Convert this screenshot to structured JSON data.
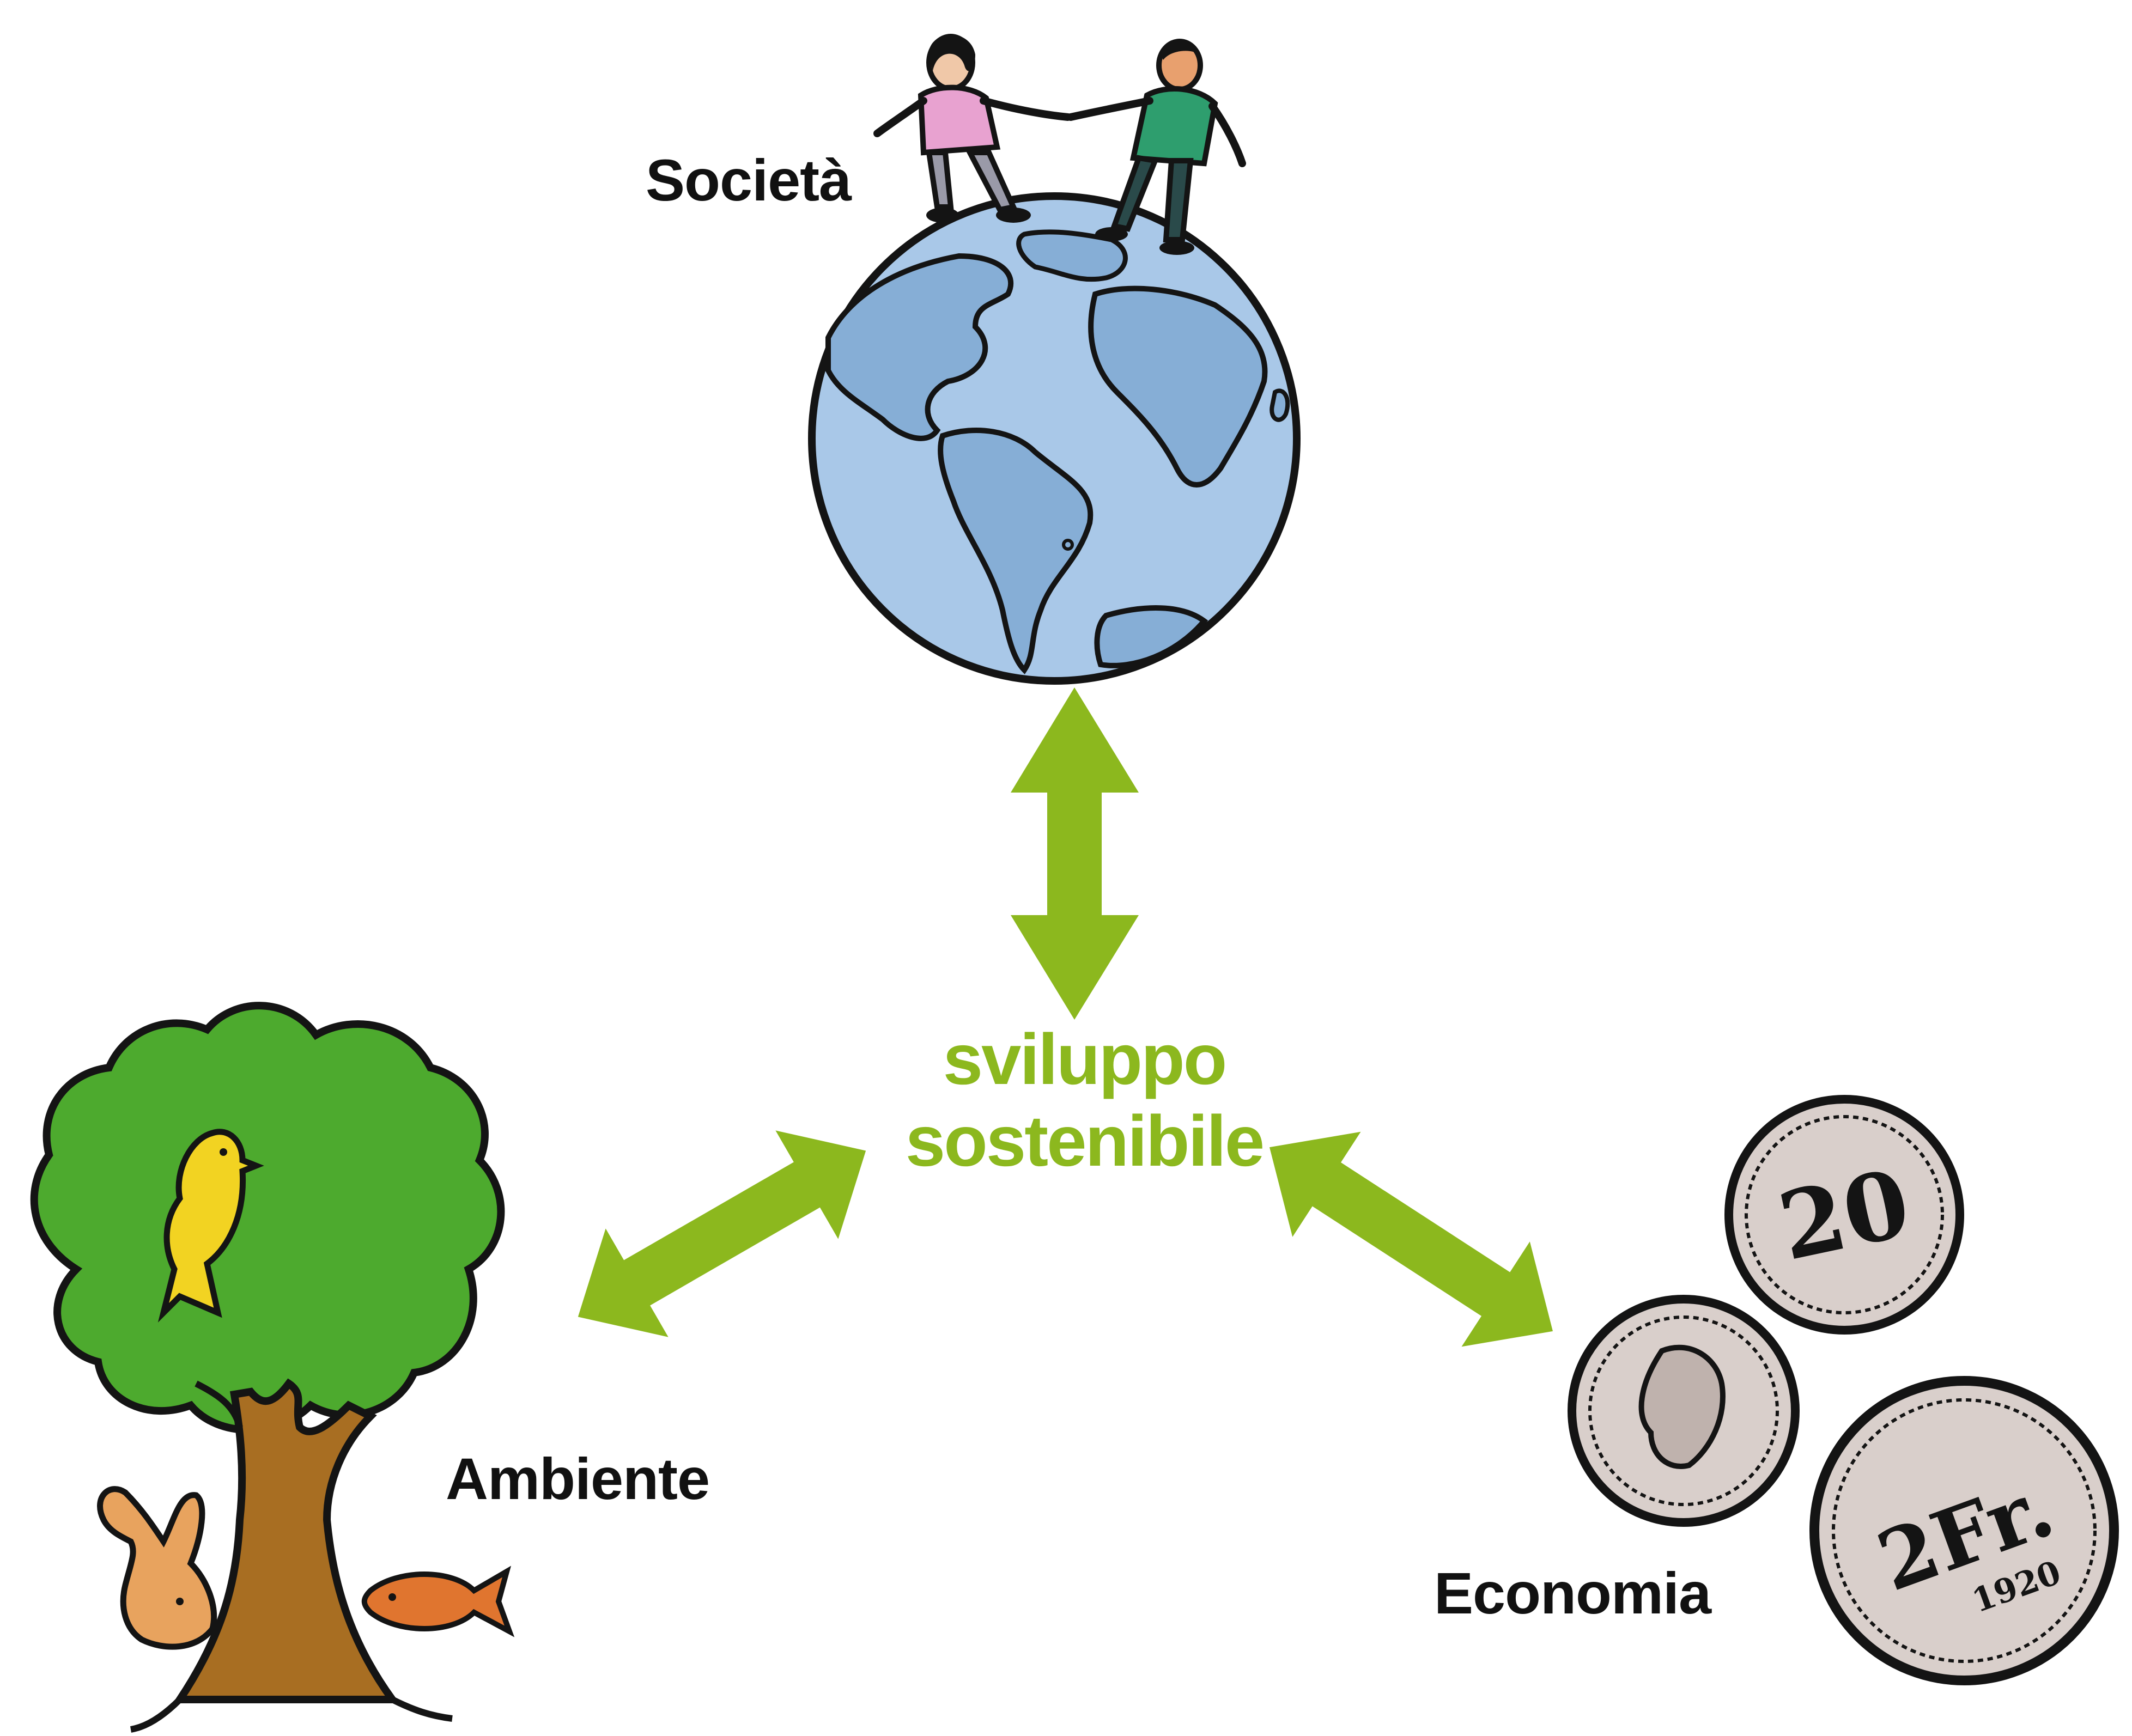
{
  "nodes": {
    "top": {
      "label": "Società"
    },
    "left": {
      "label": "Ambiente"
    },
    "right": {
      "label": "Economia"
    }
  },
  "center": {
    "line1": "sviluppo",
    "line2": "sostenibile"
  },
  "coin_marks": {
    "coin_top": "20",
    "coin_big": "2Fr.",
    "coin_big_year": "1920"
  },
  "colors": {
    "accent_green": "#8CB81E",
    "globe_ocean": "#A9C8E8",
    "globe_land": "#86AED6",
    "tree_canopy": "#4DAA2E",
    "tree_trunk": "#A86E22",
    "bird": "#F2D322",
    "fish": "#E0752F",
    "rabbit": "#E8A35E",
    "coin": "#D9CFCB",
    "person_left_shirt": "#E8A2D0",
    "person_right_shirt": "#2E9E6E",
    "ink": "#141414"
  }
}
